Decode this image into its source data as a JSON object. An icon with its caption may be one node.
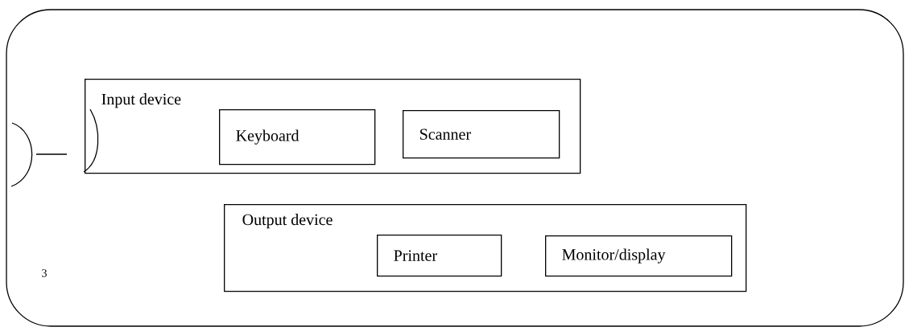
{
  "diagram": {
    "nodes": [
      {
        "text": [],
        "shape": "box"
      },
      {
        "text": [
          "Input device"
        ],
        "in": 0
      },
      {
        "text": [
          "Keyboard"
        ],
        "in": 1
      },
      {
        "text": [
          "Scanner"
        ],
        "in": 1
      },
      {
        "text": [
          "Output device"
        ],
        "in": 0
      },
      {
        "text": [
          "Printer"
        ],
        "in": 4
      },
      {
        "text": [
          "Monitor/display"
        ],
        "in": 4
      }
    ],
    "labels": [
      "3"
    ]
  }
}
